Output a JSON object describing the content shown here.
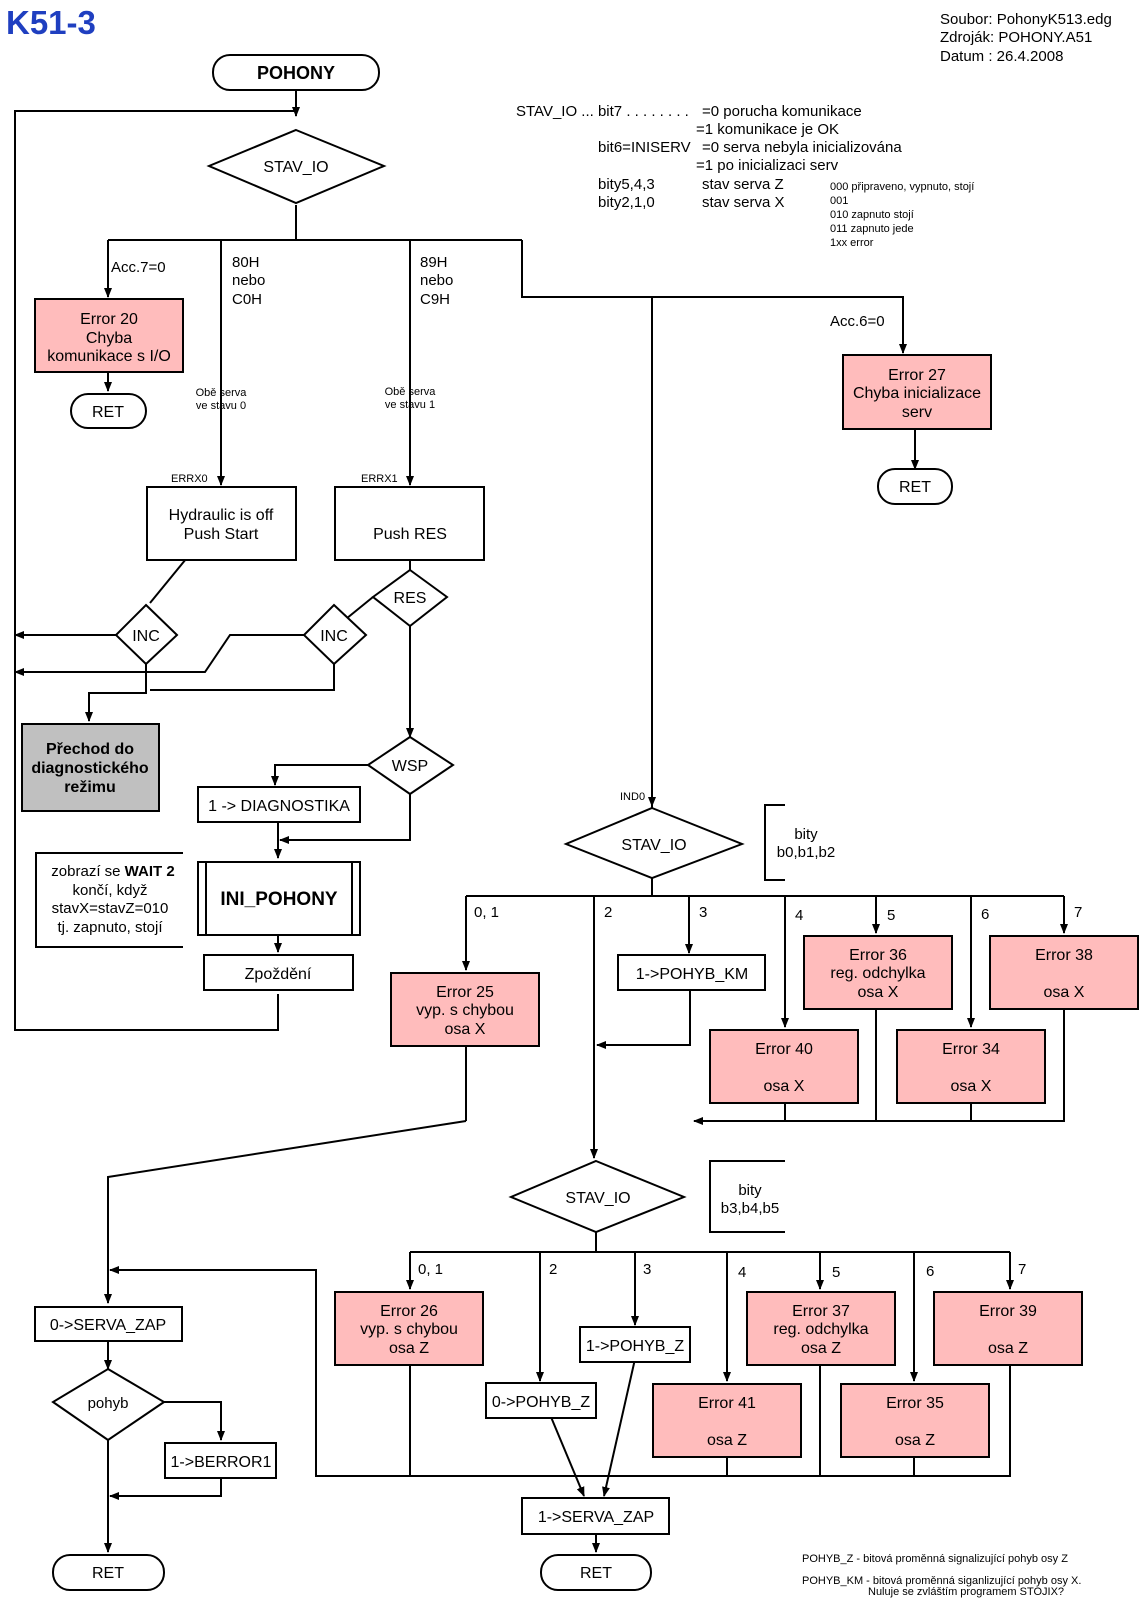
{
  "header": {
    "title": "K51-3",
    "file": "Soubor: PohonyK513.edg",
    "source": "Zdroják: POHONY.A51",
    "date": "Datum : 26.4.2008"
  },
  "colors": {
    "title": "#1f3fc0",
    "error_fill": "#ffbcbc",
    "dark_fill": "#c0c0c0",
    "line": "#000000"
  },
  "legend": {
    "l1a": "STAV_IO ... bit7 . . . . . . . .",
    "l1b": "=0 porucha komunikace",
    "l2": "=1 komunikace je OK",
    "l3a": "bit6=INISERV",
    "l3b": "=0 serva nebyla inicializována",
    "l4": "=1 po inicializaci serv",
    "l5a": "bity5,4,3",
    "l5b": "stav serva Z",
    "l6a": "bity2,1,0",
    "l6b": "stav serva X",
    "codes": [
      "000 připraveno, vypnuto, stojí",
      "001",
      "010    zapnuto stojí",
      "011    zapnuto jede",
      "1xx    error"
    ]
  },
  "terminals": {
    "pohony": "POHONY",
    "ret": "RET"
  },
  "decisions": {
    "stav_io": "STAV_IO",
    "inc": "INC",
    "res": "RES",
    "wsp": "WSP",
    "pohyb": "pohyb"
  },
  "processes": {
    "hydraulic_1": "Hydraulic is off",
    "hydraulic_2": "Push Start",
    "push_res": "Push  RES",
    "diagnostika": "1 -> DIAGNOSTIKA",
    "ini_pohony": "INI_POHONY",
    "zpozdeni": "Zpoždění",
    "pohyb_km": "1->POHYB_KM",
    "pohyb_z1": "1->POHYB_Z",
    "pohyb_z0": "0->POHYB_Z",
    "serva_zap0": "0->SERVA_ZAP",
    "serva_zap1": "1->SERVA_ZAP",
    "berror": "1->BERROR1"
  },
  "dark_box": [
    "Přechod do",
    "diagnostického",
    "režimu"
  ],
  "errors": {
    "e20": [
      "Error 20",
      "Chyba",
      "komunikace s I/O"
    ],
    "e27": [
      "Error 27",
      "Chyba inicializace",
      "serv"
    ],
    "e25": [
      "Error 25",
      "vyp. s chybou",
      "osa X"
    ],
    "e36": [
      "Error 36",
      "reg. odchylka",
      "osa X"
    ],
    "e38": [
      "Error 38",
      "",
      "osa X"
    ],
    "e40": [
      "Error 40",
      "",
      "osa X"
    ],
    "e34": [
      "Error 34",
      "",
      "osa X"
    ],
    "e26": [
      "Error 26",
      "vyp. s chybou",
      "osa Z"
    ],
    "e37": [
      "Error 37",
      "reg. odchylka",
      "osa Z"
    ],
    "e39": [
      "Error 39",
      "",
      "osa Z"
    ],
    "e41": [
      "Error 41",
      "",
      "osa Z"
    ],
    "e35": [
      "Error 35",
      "",
      "osa Z"
    ]
  },
  "labels": {
    "acc7": "Acc.7=0",
    "acc6": "Acc.6=0",
    "h80": [
      "80H",
      "nebo",
      "C0H"
    ],
    "h89": [
      "89H",
      "nebo",
      "C9H"
    ],
    "obe0": [
      "Obě serva",
      "ve stavu 0"
    ],
    "obe1": [
      "Obě serva",
      "ve stavu 1"
    ],
    "errx0": "ERRX0",
    "errx1": "ERRX1",
    "ind0": "IND0",
    "c01": "0, 1",
    "c2": "2",
    "c3": "3",
    "c4": "4",
    "c5": "5",
    "c6": "6",
    "c7": "7"
  },
  "notes": {
    "bity_x": [
      "bity",
      "b0,b1,b2"
    ],
    "bity_z": [
      "bity",
      "b3,b4,b5"
    ],
    "wait_prefix": "zobrazí se ",
    "wait_bold": "WAIT 2",
    "wait_lines": [
      "končí, když",
      "stavX=stavZ=010",
      "tj. zapnuto, stojí"
    ]
  },
  "footer": {
    "f1": "POHYB_Z - bitová proměnná signalizující pohyb osy Z",
    "f2": "POHYB_KM - bitová proměnná siganlizující pohyb osy X.",
    "f3": "Nuluje se zvláštím programem STOJIX?"
  }
}
